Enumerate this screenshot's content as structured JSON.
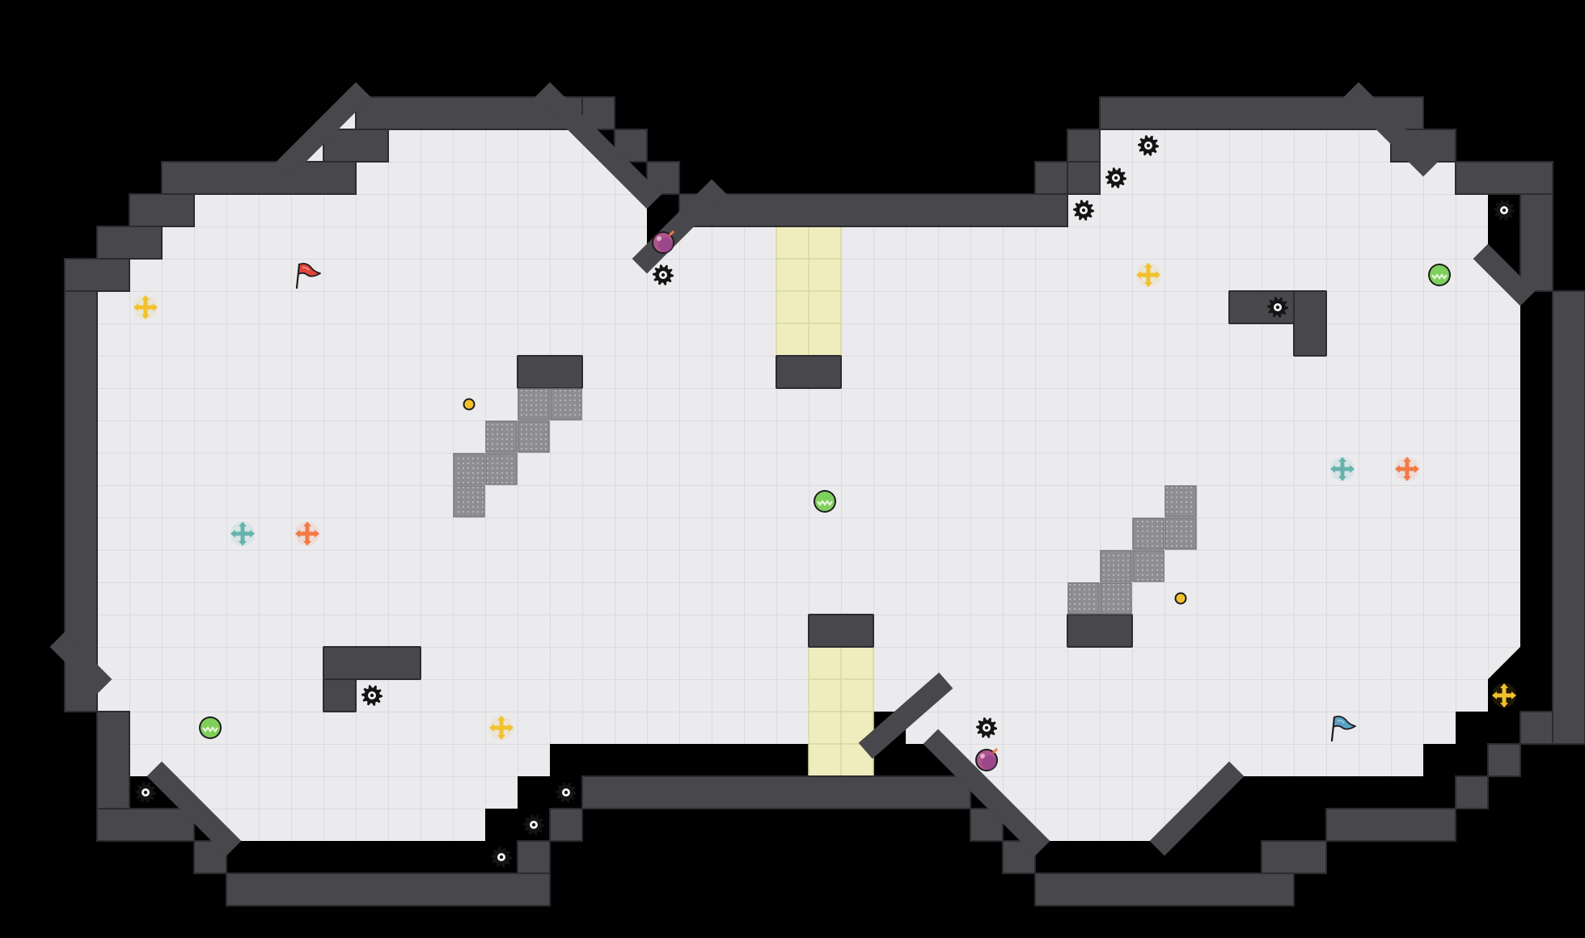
{
  "colors": {
    "background": "#000000",
    "wall": "#48484c",
    "wall_edge": "#2c2c30",
    "wall_inner_line": "#2a2a2e",
    "floor": "#ebebee",
    "grid": "#d6d6da",
    "block": "#48484c",
    "mesh": "#8d8d92",
    "mesh_dot": "#b9b9bd",
    "zone": "#efedbe",
    "zone_line": "#d9d6a0",
    "gear": "#141414",
    "red_flag": "#e4443d",
    "blue_flag": "#5aa1c8",
    "pickup_yellow": "#f2c12d",
    "pickup_orange": "#f47a45",
    "pickup_teal": "#66b3ae",
    "orb_green": "#7fcf5c",
    "orb_purple": "#b0558c",
    "coin": "#f2c12d"
  },
  "icons": {
    "gear": "gear-icon",
    "flag": "flag-icon",
    "pickup": "cross-arrow-pickup-icon",
    "orb": "orb-icon",
    "coin": "coin-icon"
  },
  "arena": {
    "cols": 49,
    "rows": 29,
    "walls": [
      [
        10,
        2,
        8,
        1
      ],
      [
        9,
        3,
        2,
        1
      ],
      [
        4,
        4,
        6,
        1
      ],
      [
        3,
        5,
        2,
        1
      ],
      [
        2,
        6,
        2,
        1
      ],
      [
        1,
        7,
        2,
        1
      ],
      [
        1,
        8,
        1,
        13
      ],
      [
        2,
        21,
        1,
        3
      ],
      [
        17,
        2,
        1,
        1
      ],
      [
        18,
        3,
        1,
        1
      ],
      [
        19,
        4,
        1,
        1
      ],
      [
        20,
        5,
        12,
        1
      ],
      [
        32,
        4,
        1,
        1
      ],
      [
        31,
        4,
        1,
        1
      ],
      [
        32,
        3,
        1,
        1
      ],
      [
        33,
        2,
        10,
        1
      ],
      [
        42,
        3,
        2,
        1
      ],
      [
        44,
        4,
        3,
        1
      ],
      [
        46,
        5,
        1,
        3
      ],
      [
        47,
        8,
        1,
        14
      ],
      [
        46,
        21,
        1,
        1
      ],
      [
        45,
        22,
        1,
        1
      ],
      [
        44,
        23,
        1,
        1
      ],
      [
        40,
        24,
        4,
        1
      ],
      [
        38,
        25,
        2,
        1
      ],
      [
        31,
        26,
        8,
        1
      ],
      [
        30,
        25,
        1,
        1
      ],
      [
        29,
        24,
        1,
        1
      ],
      [
        17,
        23,
        12,
        1
      ],
      [
        16,
        24,
        1,
        1
      ],
      [
        15,
        25,
        1,
        1
      ],
      [
        6,
        26,
        10,
        1
      ],
      [
        5,
        25,
        1,
        1
      ],
      [
        2,
        24,
        3,
        1
      ]
    ],
    "blocks": [
      [
        15,
        10,
        2,
        1
      ],
      [
        23,
        10,
        2,
        1
      ],
      [
        37,
        8,
        3,
        1
      ],
      [
        39,
        8,
        1,
        2
      ],
      [
        9,
        19,
        3,
        1
      ],
      [
        9,
        20,
        1,
        1
      ],
      [
        24,
        18,
        2,
        1
      ],
      [
        32,
        18,
        2,
        1
      ]
    ],
    "mesh": [
      [
        15,
        11
      ],
      [
        16,
        11
      ],
      [
        14,
        12
      ],
      [
        15,
        12
      ],
      [
        13,
        13
      ],
      [
        14,
        13
      ],
      [
        13,
        14
      ],
      [
        35,
        14
      ],
      [
        34,
        15
      ],
      [
        35,
        15
      ],
      [
        33,
        16
      ],
      [
        34,
        16
      ],
      [
        32,
        17
      ],
      [
        33,
        17
      ]
    ],
    "zones": [
      [
        23,
        6,
        2,
        4
      ],
      [
        24,
        19,
        2,
        4
      ]
    ],
    "gears": [
      [
        34,
        3
      ],
      [
        33,
        4
      ],
      [
        32,
        5
      ],
      [
        19,
        7
      ],
      [
        45,
        5
      ],
      [
        38,
        8
      ],
      [
        10,
        20
      ],
      [
        3,
        23
      ],
      [
        29,
        21
      ],
      [
        16,
        23
      ],
      [
        15,
        24
      ],
      [
        14,
        25
      ]
    ],
    "pickups": [
      {
        "col": 3,
        "row": 8,
        "color": "yellow"
      },
      {
        "col": 34,
        "row": 7,
        "color": "yellow"
      },
      {
        "col": 6,
        "row": 15,
        "color": "teal"
      },
      {
        "col": 8,
        "row": 15,
        "color": "orange"
      },
      {
        "col": 40,
        "row": 13,
        "color": "teal"
      },
      {
        "col": 42,
        "row": 13,
        "color": "orange"
      },
      {
        "col": 14,
        "row": 21,
        "color": "yellow"
      },
      {
        "col": 45,
        "row": 20,
        "color": "yellow"
      }
    ],
    "orbs": [
      {
        "col": 19,
        "row": 6,
        "color": "purple"
      },
      {
        "col": 43,
        "row": 7,
        "color": "green"
      },
      {
        "col": 24,
        "row": 14,
        "color": "green"
      },
      {
        "col": 5,
        "row": 21,
        "color": "green"
      },
      {
        "col": 29,
        "row": 22,
        "color": "purple"
      }
    ],
    "coins": [
      [
        13,
        11
      ],
      [
        35,
        17
      ]
    ],
    "flags": [
      {
        "team": "red",
        "col": 8,
        "row": 7
      },
      {
        "team": "blue",
        "col": 40,
        "row": 21
      }
    ]
  }
}
